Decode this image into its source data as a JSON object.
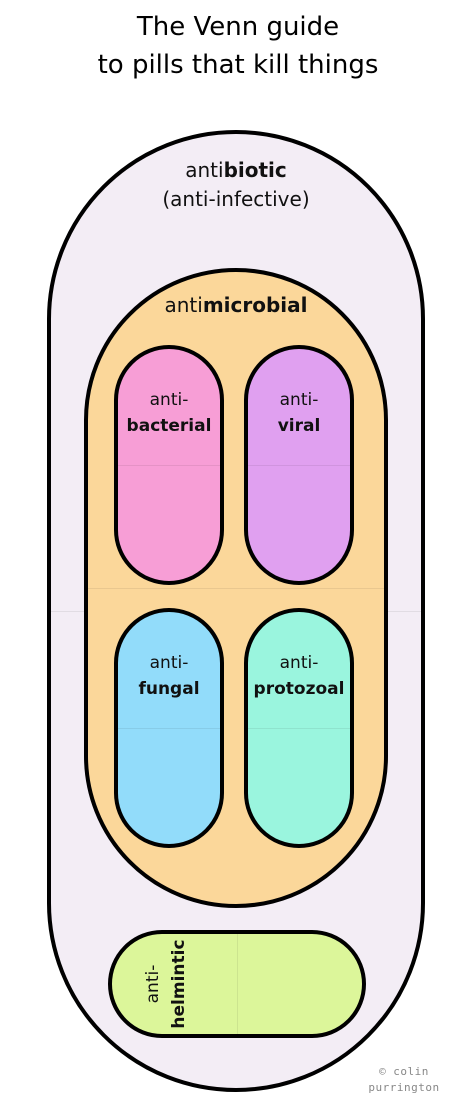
{
  "title": {
    "line1": "The Venn guide",
    "line2": "to pills that kill things"
  },
  "antibiotic": {
    "prefix": "anti",
    "bold": "biotic",
    "subtitle": "(anti-infective)",
    "color": "#f3edf5"
  },
  "antimicrobial": {
    "prefix": "anti",
    "bold": "microbial",
    "color": "#fbd79a"
  },
  "pills": [
    {
      "prefix": "anti-",
      "bold": "bacterial",
      "color": "#f79ed6"
    },
    {
      "prefix": "anti-",
      "bold": "viral",
      "color": "#e0a0f0"
    },
    {
      "prefix": "anti-",
      "bold": "fungal",
      "color": "#92dcfa"
    },
    {
      "prefix": "anti-",
      "bold": "protozoal",
      "color": "#9af5de"
    }
  ],
  "helminthic": {
    "prefix": "anti-",
    "bold": "helmintic",
    "color": "#dcf69a"
  },
  "credit": {
    "line1": "© colin",
    "line2": "purrington"
  }
}
